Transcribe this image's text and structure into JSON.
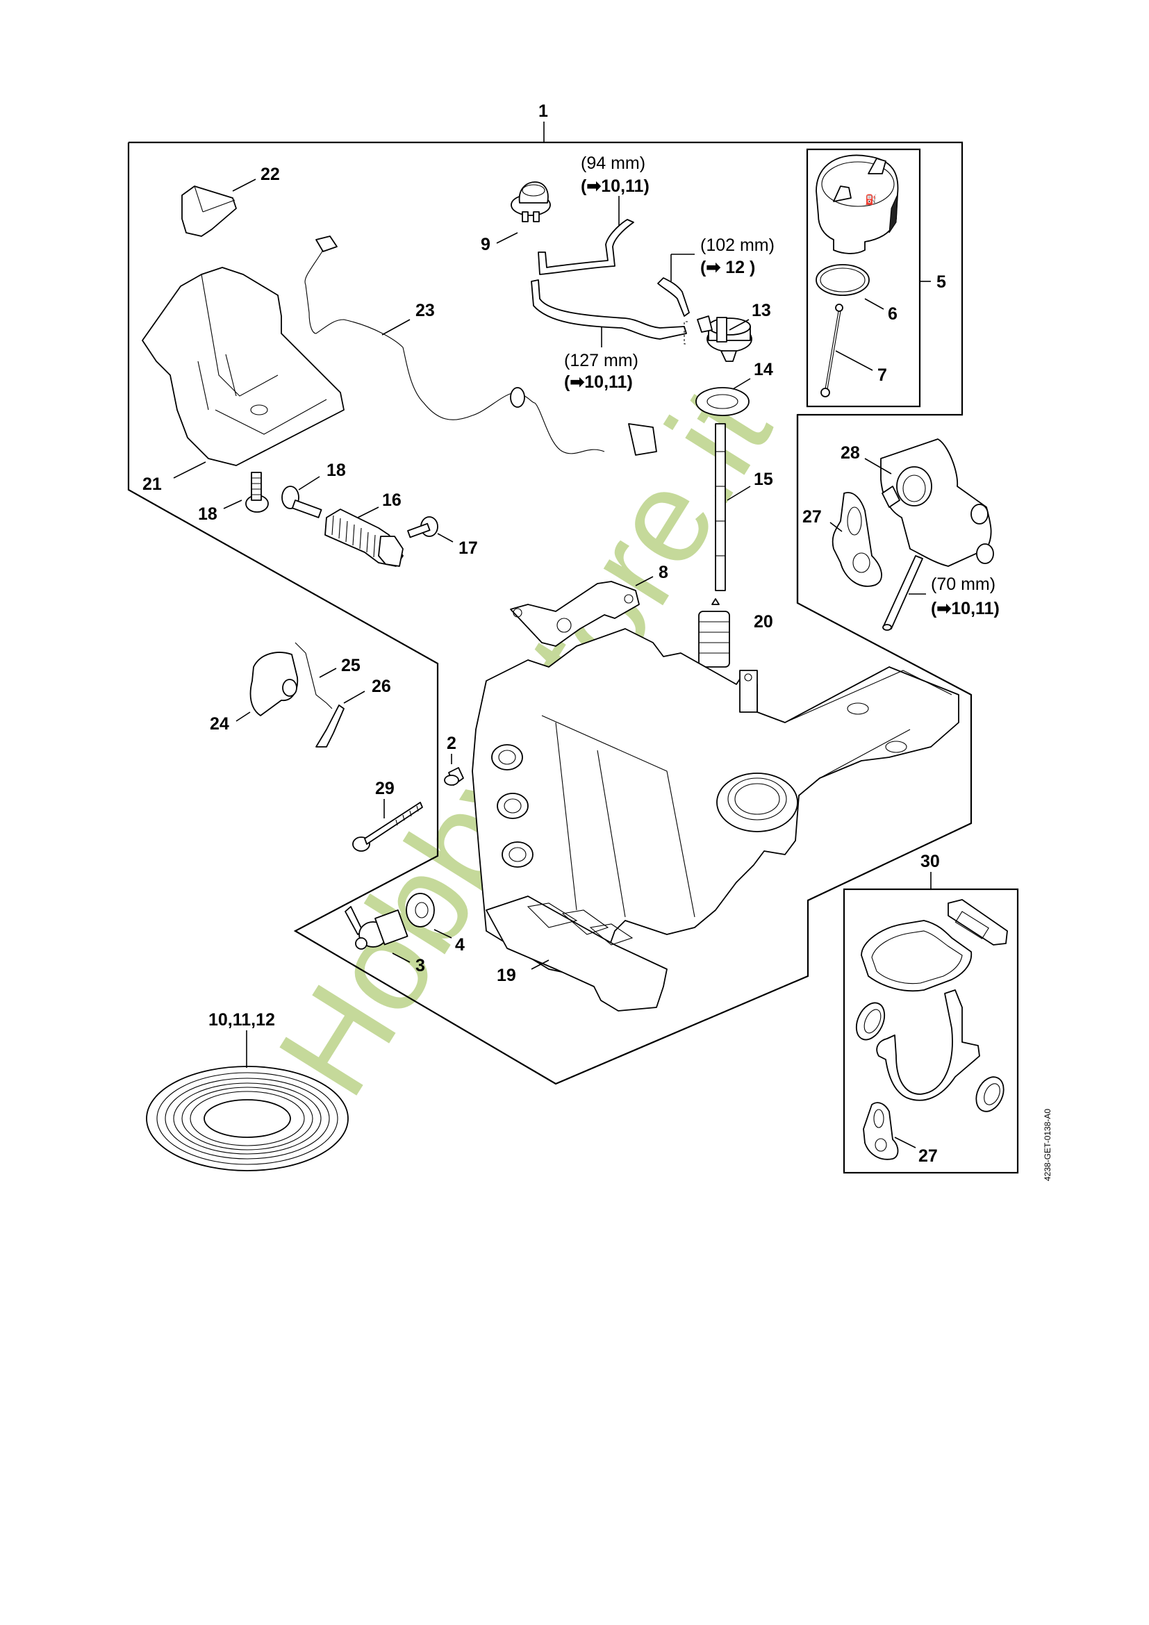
{
  "document": {
    "type": "exploded parts diagram",
    "drawing_code": "4238-GET-0138-A0",
    "watermark": "HobbyStore.it",
    "watermark_color": "#c5d99a"
  },
  "callouts": {
    "p1": "1",
    "p2": "2",
    "p3": "3",
    "p4": "4",
    "p5": "5",
    "p6": "6",
    "p7": "7",
    "p8": "8",
    "p9": "9",
    "p13": "13",
    "p14": "14",
    "p15": "15",
    "p16": "16",
    "p17": "17",
    "p18a": "18",
    "p18b": "18",
    "p19": "19",
    "p20": "20",
    "p21": "21",
    "p22": "22",
    "p23": "23",
    "p24": "24",
    "p25": "25",
    "p26": "26",
    "p27a": "27",
    "p27b": "27",
    "p28": "28",
    "p29": "29",
    "p30": "30",
    "p10_11_12": "10,11,12"
  },
  "hose_notes": [
    {
      "length": "(94 mm)",
      "ref": "10,11"
    },
    {
      "length": "(102 mm)",
      "ref": "12"
    },
    {
      "length": "(127 mm)",
      "ref": "10,11"
    },
    {
      "length": "(70 mm)",
      "ref": "10,11"
    }
  ],
  "glyphs": {
    "arrow": "➡",
    "open_paren": "(",
    "close_paren": ")"
  }
}
